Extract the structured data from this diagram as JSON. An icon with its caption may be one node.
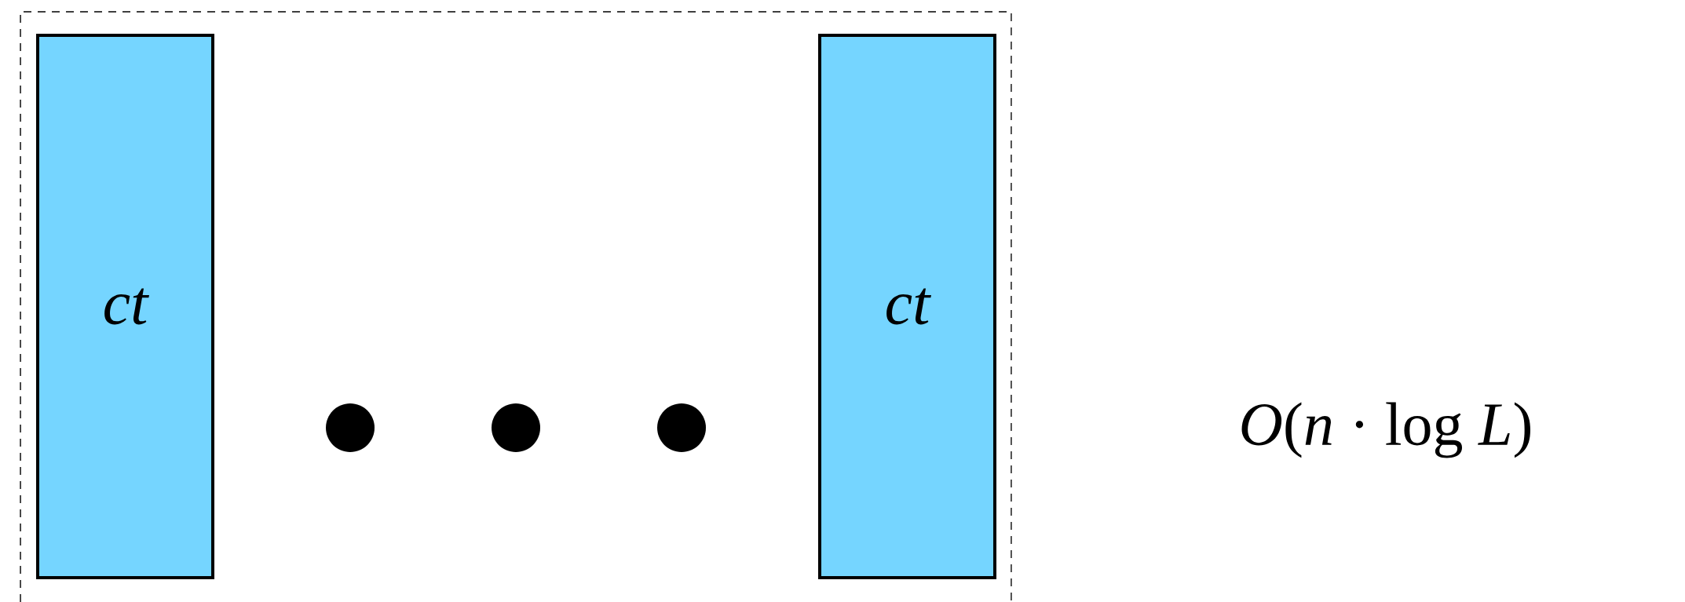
{
  "diagram": {
    "nodes": [
      {
        "text": [],
        "shape": "box"
      },
      {
        "text": [
          "ct"
        ],
        "in": 0
      },
      {
        "text": [
          "ct"
        ],
        "in": 0
      }
    ],
    "labels": [
      "*O*(*n* · log *L*)"
    ]
  }
}
